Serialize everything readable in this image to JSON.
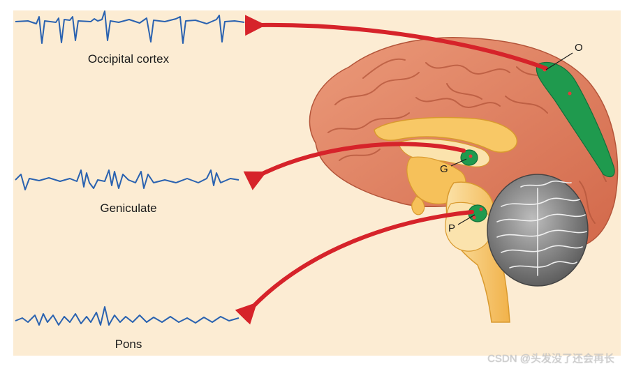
{
  "traces": {
    "occipital": "Occipital cortex",
    "geniculate": "Geniculate",
    "pons": "Pons"
  },
  "markers": {
    "occipital": "O",
    "geniculate": "G",
    "pons": "P"
  },
  "watermark": "CSDN @头发没了还会再长",
  "colors": {
    "background": "#fcecd3",
    "trace": "#2a62b0",
    "arrow": "#d6232a",
    "cortex": "#e2805f",
    "active_region": "#1f9a4e",
    "cerebellum": "#6e6e6e",
    "brainstem": "#f6c15a"
  }
}
